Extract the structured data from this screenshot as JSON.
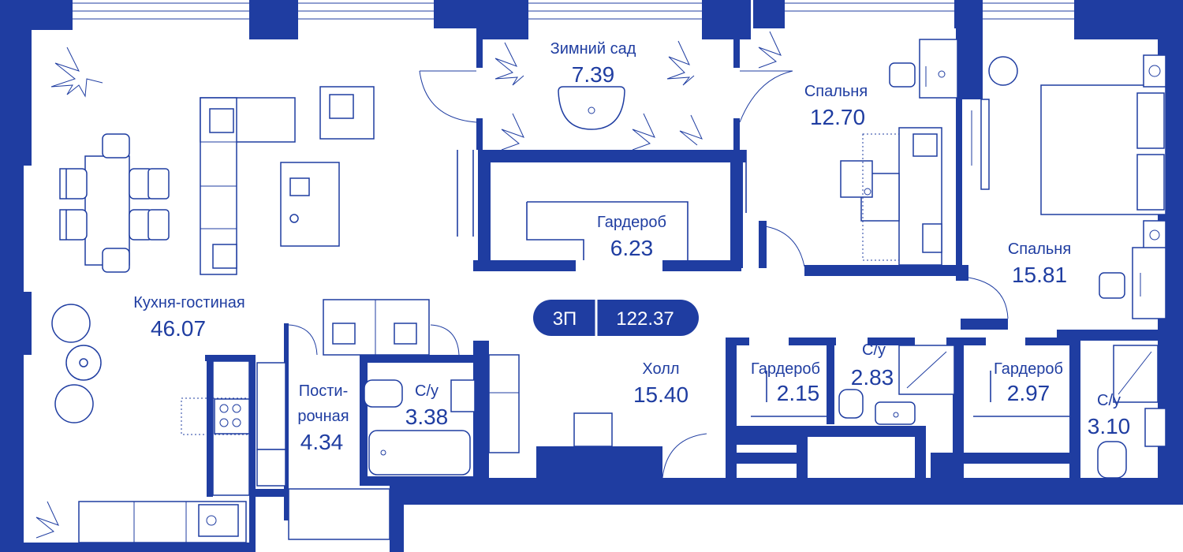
{
  "colors": {
    "accent": "#1f3da1",
    "background": "#ffffff"
  },
  "badge": {
    "rooms": "3П",
    "total_area": "122.37"
  },
  "rooms": [
    {
      "name": "Зимний сад",
      "area": "7.39"
    },
    {
      "name": "Спальня",
      "area": "12.70"
    },
    {
      "name": "Гардероб",
      "area": "6.23"
    },
    {
      "name": "Спальня",
      "area": "15.81"
    },
    {
      "name": "Кухня-гостиная",
      "area": "46.07"
    },
    {
      "name": "Холл",
      "area": "15.40"
    },
    {
      "name": "Гардероб",
      "area": "2.15"
    },
    {
      "name": "С/у",
      "area": "2.83"
    },
    {
      "name": "Гардероб",
      "area": "2.97"
    },
    {
      "name_line1": "Пости-",
      "name_line2": "рочная",
      "area": "4.34"
    },
    {
      "name": "С/у",
      "area": "3.38"
    },
    {
      "name": "С/у",
      "area": "3.10"
    }
  ]
}
